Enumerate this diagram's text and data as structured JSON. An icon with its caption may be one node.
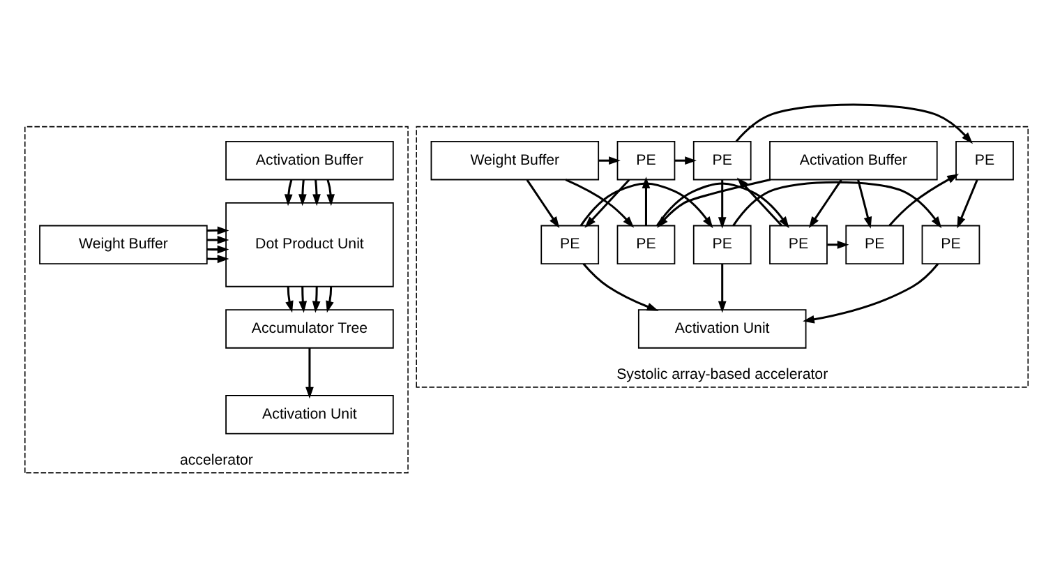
{
  "diagram": {
    "nodes": [
      {
        "text": [],
        "shape": "box",
        "beside": [
          "accelerator"
        ]
      },
      {
        "text": [
          "Activation Buffer"
        ],
        "in": 0
      },
      {
        "text": [
          "Weight Buffer"
        ],
        "in": 0
      },
      {
        "text": [
          "Dot Product Unit"
        ],
        "in": 0
      },
      {
        "text": [
          "Accumulator Tree"
        ],
        "in": 0
      },
      {
        "text": [
          "Activation Unit"
        ],
        "in": 0
      },
      {
        "text": [],
        "shape": "box",
        "beside": [
          "Systolic array-based accelerator"
        ]
      },
      {
        "text": [
          "Activation Buffer"
        ],
        "in": 6
      },
      {
        "text": [
          "Weight Buffer"
        ],
        "in": 6
      },
      {
        "text": [
          "PE"
        ],
        "in": 6
      },
      {
        "text": [
          "PE"
        ],
        "in": 6
      },
      {
        "text": [
          "PE"
        ],
        "in": 6
      },
      {
        "text": [
          "PE"
        ],
        "in": 6
      },
      {
        "text": [
          "PE"
        ],
        "in": 6
      },
      {
        "text": [
          "PE"
        ],
        "in": 6
      },
      {
        "text": [
          "PE"
        ],
        "in": 6
      },
      {
        "text": [
          "PE"
        ],
        "in": 6
      },
      {
        "text": [
          "PE"
        ],
        "in": 6
      },
      {
        "text": [
          "Activation Unit"
        ],
        "in": 6
      }
    ],
    "edges": [
      {
        "from": 1,
        "to": 3,
        "arrow": "to"
      },
      {
        "from": 1,
        "to": 3,
        "arrow": "to"
      },
      {
        "from": 1,
        "to": 3,
        "arrow": "to"
      },
      {
        "from": 1,
        "to": 3,
        "arrow": "to"
      },
      {
        "from": 2,
        "to": 3,
        "arrow": "to"
      },
      {
        "from": 2,
        "to": 3,
        "arrow": "to"
      },
      {
        "from": 2,
        "to": 3,
        "arrow": "to"
      },
      {
        "from": 2,
        "to": 3,
        "arrow": "to"
      },
      {
        "from": 3,
        "to": 4,
        "arrow": "to"
      },
      {
        "from": 3,
        "to": 4,
        "arrow": "to"
      },
      {
        "from": 3,
        "to": 4,
        "arrow": "to"
      },
      {
        "from": 3,
        "to": 4,
        "arrow": "to"
      },
      {
        "from": 4,
        "to": 5,
        "arrow": "to"
      },
      {
        "from": 7,
        "to": 9,
        "arrow": "to"
      },
      {
        "from": 7,
        "to": 10,
        "arrow": "to"
      },
      {
        "from": 7,
        "to": 11,
        "arrow": "to"
      },
      {
        "from": 8,
        "to": 9,
        "arrow": "to"
      },
      {
        "from": 8,
        "to": 12,
        "arrow": "to"
      },
      {
        "from": 8,
        "to": 15,
        "arrow": "to"
      },
      {
        "from": 9,
        "to": 10,
        "arrow": "to"
      },
      {
        "from": 10,
        "to": 11,
        "arrow": "to"
      },
      {
        "from": 12,
        "to": 13,
        "arrow": "to"
      },
      {
        "from": 13,
        "to": 14,
        "arrow": "to"
      },
      {
        "from": 15,
        "to": 16,
        "arrow": "to"
      },
      {
        "from": 16,
        "to": 17,
        "arrow": "to"
      },
      {
        "from": 9,
        "to": 12,
        "arrow": "to"
      },
      {
        "from": 10,
        "to": 13,
        "arrow": "to"
      },
      {
        "from": 11,
        "to": 14,
        "arrow": "to"
      },
      {
        "from": 12,
        "to": 15,
        "arrow": "to"
      },
      {
        "from": 13,
        "to": 16,
        "arrow": "to"
      },
      {
        "from": 14,
        "to": 17,
        "arrow": "to"
      },
      {
        "from": 15,
        "to": 18,
        "arrow": "to"
      },
      {
        "from": 16,
        "to": 18,
        "arrow": "to"
      },
      {
        "from": 17,
        "to": 18,
        "arrow": "to"
      }
    ]
  }
}
